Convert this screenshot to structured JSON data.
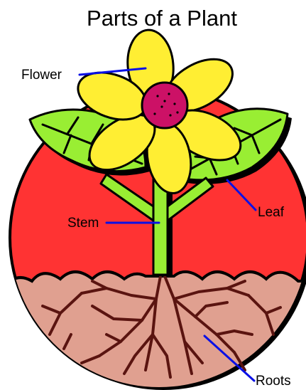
{
  "diagram": {
    "title": "Parts of a Plant",
    "labels": {
      "flower": "Flower",
      "leaf": "Leaf",
      "stem": "Stem",
      "roots": "Roots"
    },
    "colors": {
      "background_circle": "#ff3333",
      "soil": "#e0a090",
      "leaf": "#99ee33",
      "stem": "#99ee33",
      "petal": "#ffee33",
      "flower_center": "#cc1166",
      "roots": "#5a1410",
      "pointer": "#0a10e6"
    }
  }
}
